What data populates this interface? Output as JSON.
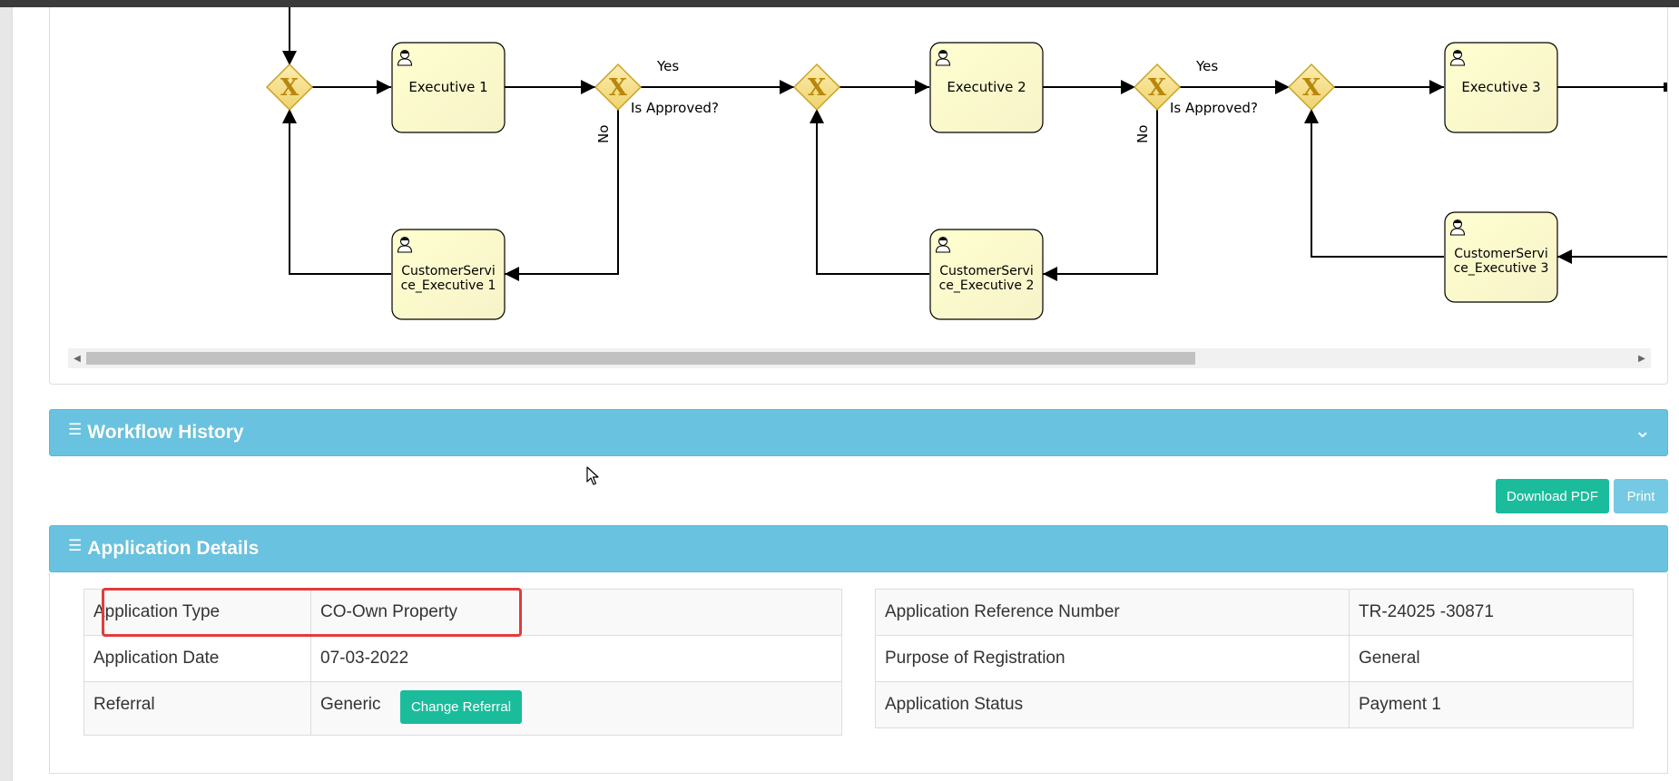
{
  "diagram": {
    "tasks": {
      "executive_1": "Executive 1",
      "executive_2": "Executive 2",
      "executive_3": "Executive 3",
      "cs_exec_1_line1": "CustomerServi",
      "cs_exec_1_line2": "ce_Executive 1",
      "cs_exec_2_line1": "CustomerServi",
      "cs_exec_2_line2": "ce_Executive 2",
      "cs_exec_3_line1": "CustomerServi",
      "cs_exec_3_line2": "ce_Executive 3"
    },
    "labels": {
      "yes_1": "Yes",
      "yes_2": "Yes",
      "is_approved_1": "Is Approved?",
      "is_approved_2": "Is Approved?",
      "no_1": "No",
      "no_2": "No"
    },
    "gateway_glyph": "X",
    "task_icon": "user-icon",
    "colors": {
      "task_fill": "#ffffd8",
      "gateway_fill": "#f7e390",
      "gateway_glyph": "#b8860b",
      "flow": "#000000"
    }
  },
  "workflow_history": {
    "title": "Workflow History",
    "icon": "list-icon",
    "toggle_icon": "chevron-down-icon"
  },
  "actions": {
    "download_pdf": "Download PDF",
    "print": "Print"
  },
  "application_details": {
    "title": "Application Details",
    "icon": "list-icon",
    "left": {
      "application_type_label": "Application Type",
      "application_type_value": "CO-Own Property",
      "application_date_label": "Application Date",
      "application_date_value": "07-03-2022",
      "referral_label": "Referral",
      "referral_value": "Generic",
      "change_referral_button": "Change Referral"
    },
    "right": {
      "reference_number_label": "Application Reference Number",
      "reference_number_value": "TR-24025 -30871",
      "purpose_label": "Purpose of Registration",
      "purpose_value": "General",
      "status_label": "Application Status",
      "status_value": "Payment 1"
    }
  },
  "colors": {
    "section_header": "#69c3e0",
    "primary_button": "#1abc9c",
    "info_button": "#75c9e2",
    "highlight": "#e33b3b"
  }
}
